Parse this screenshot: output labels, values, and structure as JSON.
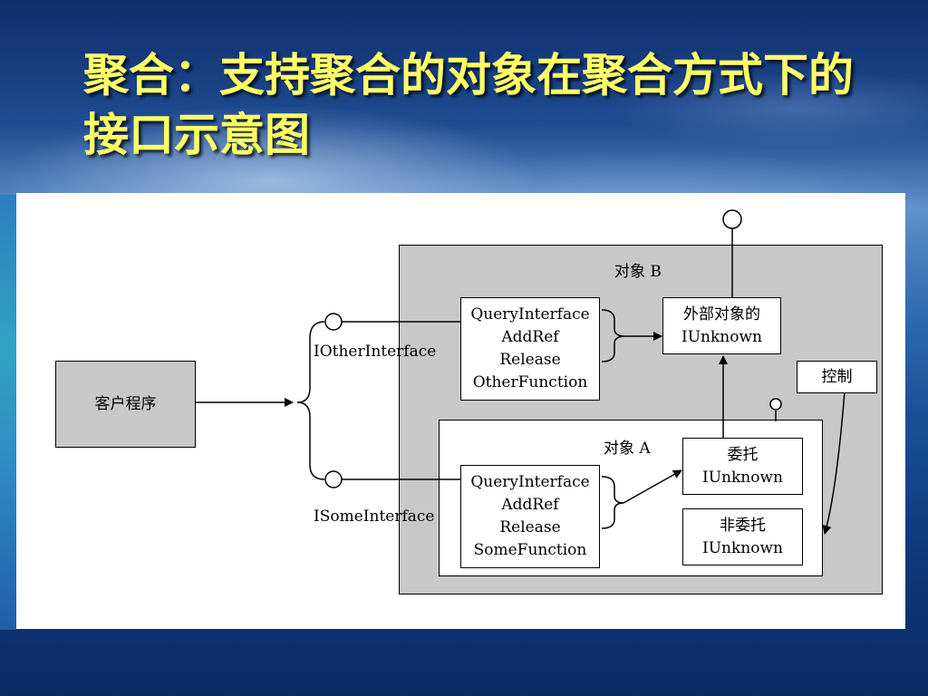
{
  "slide": {
    "title": "聚合：支持聚合的对象在聚合方式下的接口示意图"
  },
  "diagram": {
    "client": {
      "label": "客户程序"
    },
    "object_b": {
      "label": "对象 B"
    },
    "object_a": {
      "label": "对象 A"
    },
    "interfaces": {
      "other": "IOtherInterface",
      "some": "ISomeInterface"
    },
    "other_vtable": {
      "lines": [
        "QueryInterface",
        "AddRef",
        "Release",
        "OtherFunction"
      ]
    },
    "some_vtable": {
      "lines": [
        "QueryInterface",
        "AddRef",
        "Release",
        "SomeFunction"
      ]
    },
    "outer_unknown": {
      "line1": "外部对象的",
      "line2": "IUnknown"
    },
    "delegating_unknown": {
      "line1": "委托",
      "line2": "IUnknown"
    },
    "nondelegating_unknown": {
      "line1": "非委托",
      "line2": "IUnknown"
    },
    "control": {
      "label": "控制"
    }
  },
  "colors": {
    "title": "#ffff66",
    "container_fill": "#c8c8c8",
    "panel": "#ffffff"
  }
}
